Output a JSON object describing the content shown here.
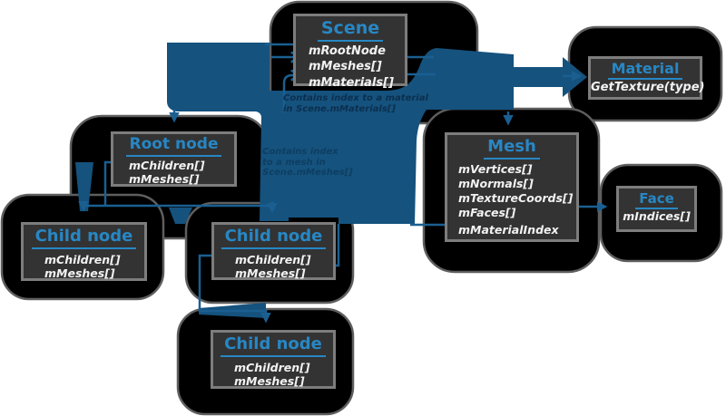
{
  "diagram": {
    "boxes": {
      "scene": {
        "title": "Scene",
        "members": [
          "mRootNode",
          "mMeshes[]",
          "mMaterials[]"
        ]
      },
      "material": {
        "title": "Material",
        "members": [
          "GetTexture(type)"
        ]
      },
      "mesh": {
        "title": "Mesh",
        "members": [
          "mVertices[]",
          "mNormals[]",
          "mTextureCoords[]",
          "mFaces[]",
          "mMaterialIndex"
        ]
      },
      "face": {
        "title": "Face",
        "members": [
          "mIndices[]"
        ]
      },
      "root_node": {
        "title": "Root node",
        "members": [
          "mChildren[]",
          "mMeshes[]"
        ]
      },
      "child_node_left": {
        "title": "Child node",
        "members": [
          "mChildren[]",
          "mMeshes[]"
        ]
      },
      "child_node_middle": {
        "title": "Child node",
        "members": [
          "mChildren[]",
          "mMeshes[]"
        ]
      },
      "child_node_bottom": {
        "title": "Child node",
        "members": [
          "mChildren[]",
          "mMeshes[]"
        ]
      }
    },
    "annotations": {
      "material_note": {
        "line1": "Contains index to a material",
        "line2": "in Scene.mMaterials[]"
      },
      "mesh_note": {
        "line1": "Contains index",
        "line2": "to a mesh in",
        "line3": "Scene.mMeshes[]"
      }
    },
    "colors": {
      "accent_blue": "#2787c5",
      "arrow_blue": "#15527e",
      "connector_blue": "#1b5f91",
      "box_fill": "#333333",
      "box_border": "#7d7d7d",
      "blob_black": "#000000",
      "note_text": "#0c2f4e",
      "member_text": "#f2f2f2",
      "background": "#ffffff"
    }
  }
}
